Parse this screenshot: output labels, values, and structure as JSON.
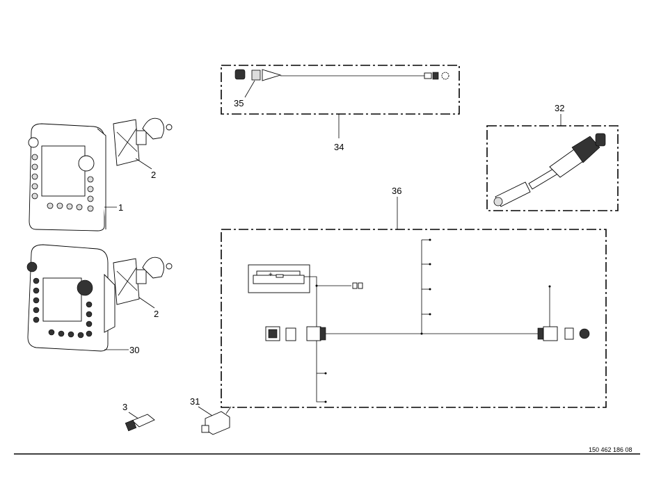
{
  "diagram": {
    "labels": {
      "terminal_1": "1",
      "bracket_2a": "2",
      "bracket_2b": "2",
      "connector_3": "3",
      "terminal_30": "30",
      "relay_31": "31",
      "cable_32": "32",
      "cable_34": "34",
      "connector_35": "35",
      "harness_36": "36"
    },
    "document_number": "150 462 186 08"
  }
}
